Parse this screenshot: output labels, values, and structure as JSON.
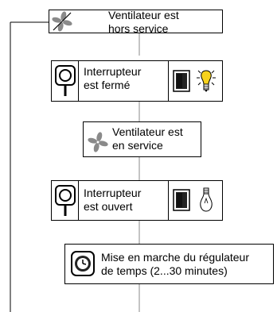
{
  "steps": [
    {
      "line1": "Ventilateur est",
      "line2": "hors service"
    },
    {
      "line1": "Interrupteur",
      "line2": "est fermé"
    },
    {
      "line1": "Ventilateur est",
      "line2": "en service"
    },
    {
      "line1": "Interrupteur",
      "line2": "est ouvert"
    },
    {
      "line1": "Mise en marche du régulateur",
      "line2": "de temps (2...30 minutes)"
    }
  ],
  "icons": {
    "fan": "fan-icon",
    "switch": "wall-switch-icon",
    "bulb_on": "lit-bulb-icon",
    "bulb_off": "unlit-bulb-icon",
    "timer": "timer-icon"
  },
  "colors": {
    "bulb_lit": "#f7d21c",
    "fan_blade": "#8a8a8a"
  }
}
